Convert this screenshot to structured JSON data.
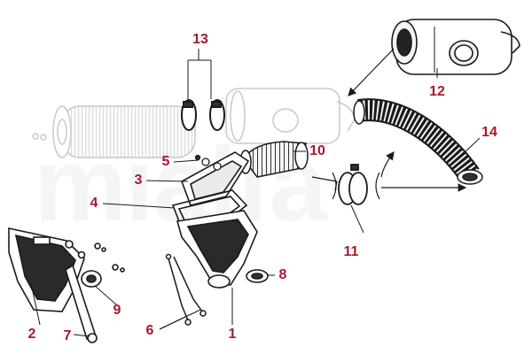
{
  "watermark": {
    "text": "mialfa",
    "color": "#eeeeee"
  },
  "colors": {
    "label": "#a6192e",
    "line": "#1a1a1a",
    "ghost": "#c8c8c8"
  },
  "callouts": [
    {
      "id": "c1",
      "label": "1"
    },
    {
      "id": "c2",
      "label": "2"
    },
    {
      "id": "c3",
      "label": "3"
    },
    {
      "id": "c4",
      "label": "4"
    },
    {
      "id": "c5",
      "label": "5"
    },
    {
      "id": "c6",
      "label": "6"
    },
    {
      "id": "c7",
      "label": "7"
    },
    {
      "id": "c8",
      "label": "8"
    },
    {
      "id": "c9",
      "label": "9"
    },
    {
      "id": "c10",
      "label": "10"
    },
    {
      "id": "c11",
      "label": "11"
    },
    {
      "id": "c12",
      "label": "12"
    },
    {
      "id": "c13",
      "label": "13"
    },
    {
      "id": "c14",
      "label": "14"
    }
  ]
}
